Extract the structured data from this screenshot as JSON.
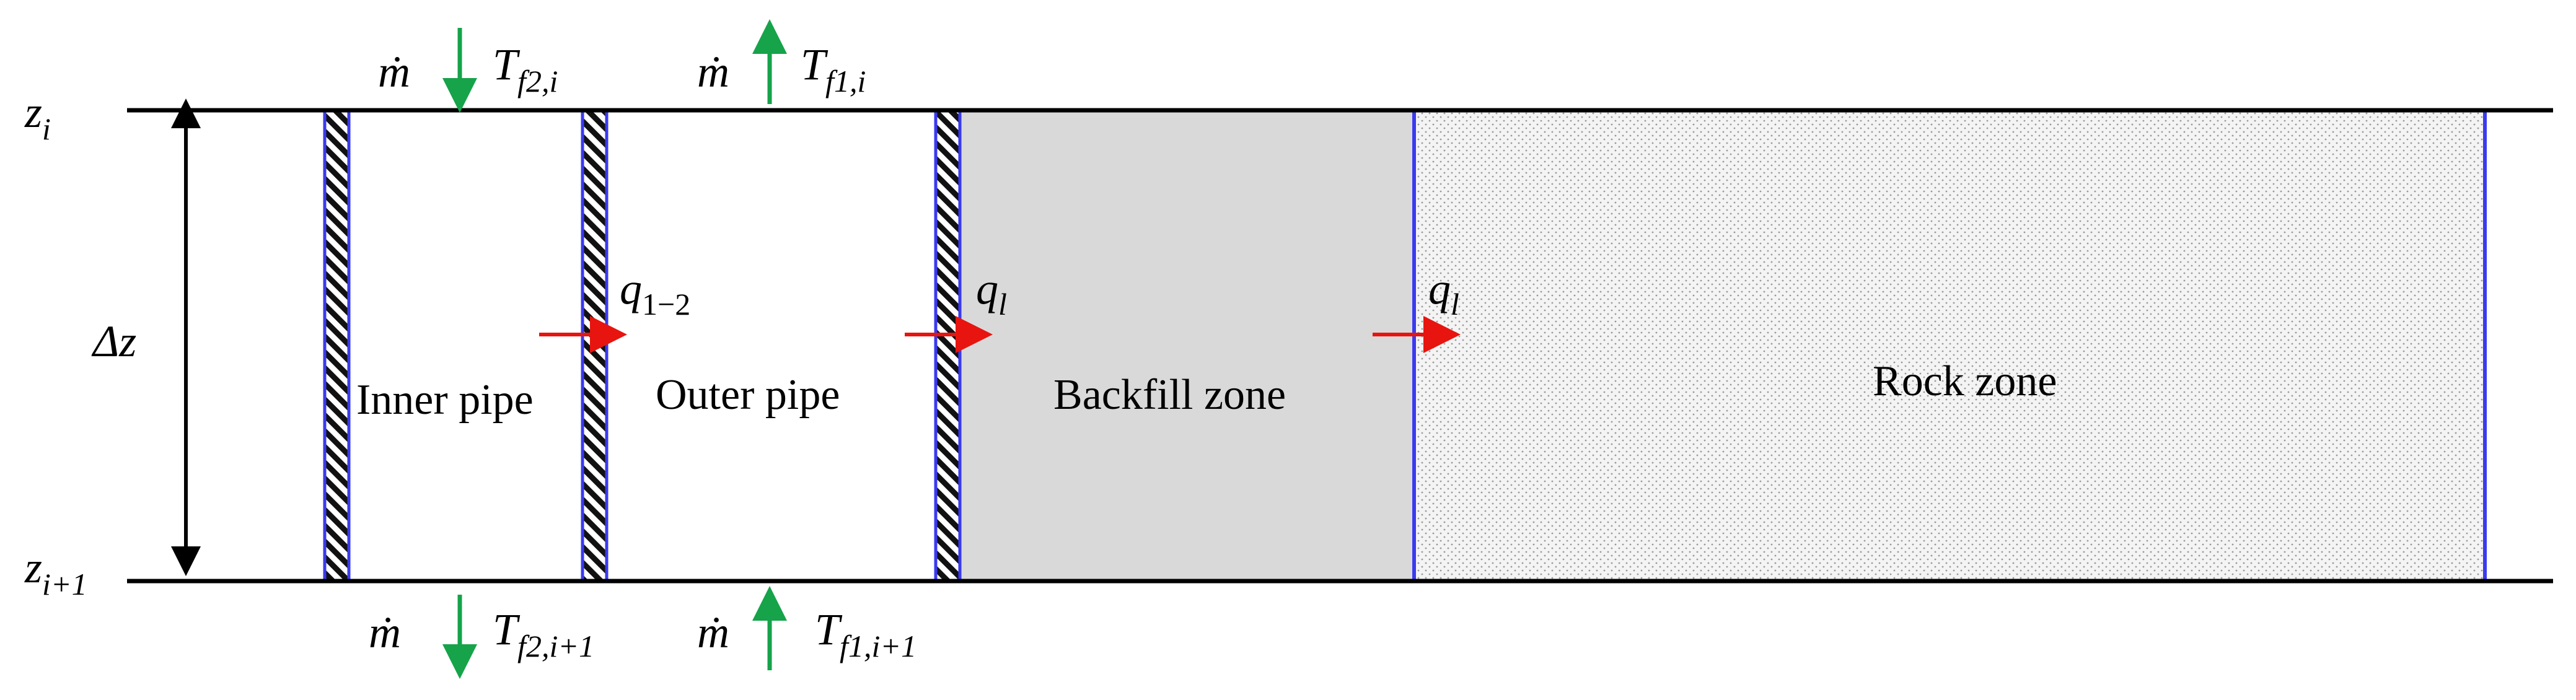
{
  "zones": {
    "inner_pipe": "Inner pipe",
    "outer_pipe": "Outer pipe",
    "backfill": "Backfill zone",
    "rock": "Rock zone"
  },
  "depth": {
    "top": "z",
    "top_sub": "i",
    "bottom": "z",
    "bottom_sub": "i+1",
    "delta": "Δz"
  },
  "flows": {
    "mdot": "ṁ",
    "top_inner_T": "T",
    "top_inner_T_sub": "f2,i",
    "top_outer_T": "T",
    "top_outer_T_sub": "f1,i",
    "bottom_inner_T": "T",
    "bottom_inner_T_sub": "f2,i+1",
    "bottom_outer_T": "T",
    "bottom_outer_T_sub": "f1,i+1"
  },
  "heat_fluxes": {
    "q12": "q",
    "q12_sub": "1−2",
    "ql_1": "q",
    "ql_1_sub": "l",
    "ql_2": "q",
    "ql_2_sub": "l"
  },
  "colors": {
    "boundary_line": "#000000",
    "pipe_edge": "#3a3af0",
    "heat_arrow": "#e8140f",
    "flow_arrow": "#16a34a",
    "backfill_fill": "#d9d9d9",
    "rock_dot": "#9a9a9a"
  }
}
